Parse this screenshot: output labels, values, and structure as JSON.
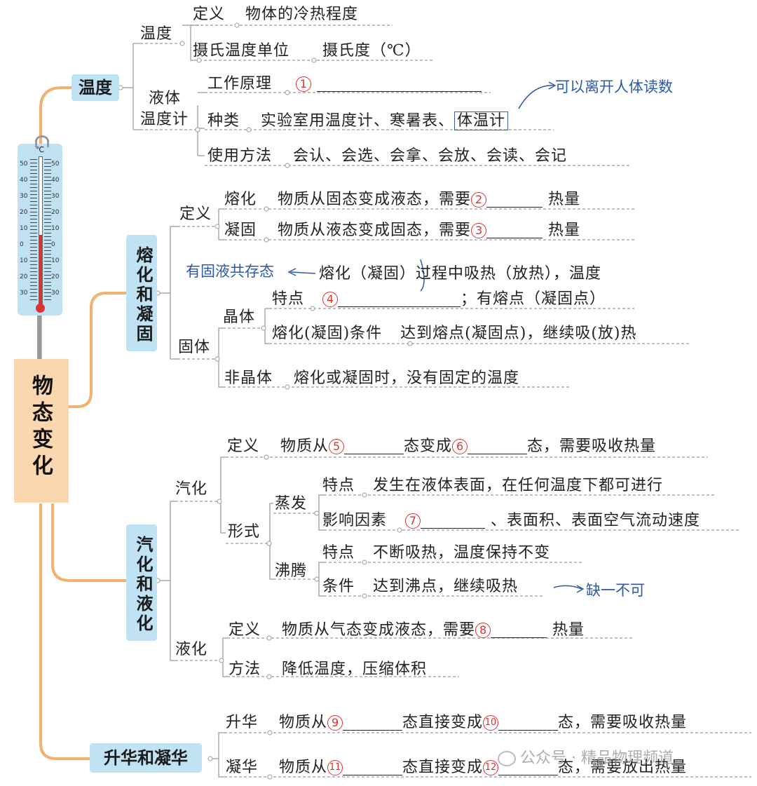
{
  "root": {
    "label": "物态变化"
  },
  "sections": {
    "temp": {
      "label": "温度",
      "wendu": {
        "label": "温度",
        "def_key": "定义",
        "def_val": "物体的冷热程度",
        "unit_key": "摄氏温度单位",
        "unit_val": "摄氏度（℃）"
      },
      "thermometer": {
        "label_line1": "液体",
        "label_line2": "温度计",
        "principle_key": "工作原理",
        "principle_num": "1",
        "types_key": "种类",
        "types_val": "实验室用温度计、寒暑表、",
        "types_boxed": "体温计",
        "usage_key": "使用方法",
        "usage_val": "会认、会选、会拿、会放、会读、会记",
        "note": "可以离开人体读数"
      }
    },
    "melt": {
      "label": "熔化和凝固",
      "def": {
        "label": "定义",
        "melt_key": "熔化",
        "melt_val": "物质从固态变成液态，需要",
        "melt_num": "2",
        "melt_tail": "热量",
        "solid_key": "凝固",
        "solid_val": "物质从液态变成固态，需要",
        "solid_num": "3",
        "solid_tail": "热量"
      },
      "solid": {
        "label": "固体",
        "crystal_label": "晶体",
        "process": "熔化（凝固）过程中吸热（放热），温度",
        "process_note": "有固液共存态",
        "feature_key": "特点",
        "feature_num": "4",
        "feature_tail": "；有熔点（凝固点）",
        "cond_key": "熔化(凝固)条件",
        "cond_val": "达到熔点(凝固点)，继续吸(放)热",
        "amorph_key": "非晶体",
        "amorph_val": "熔化或凝固时，没有固定的温度"
      }
    },
    "vapor": {
      "label": "汽化和液化",
      "vaporize": {
        "label": "汽化",
        "def_key": "定义",
        "def_a": "物质从",
        "def_num1": "5",
        "def_b": "态变成",
        "def_num2": "6",
        "def_c": "态，需要吸收热量",
        "form_key": "形式",
        "evap_label": "蒸发",
        "evap_feature_key": "特点",
        "evap_feature_val": "发生在液体表面，在任何温度下都可进行",
        "evap_factor_key": "影响因素",
        "evap_factor_num": "7",
        "evap_factor_tail": "、表面积、表面空气流动速度",
        "boil_label": "沸腾",
        "boil_feature_key": "特点",
        "boil_feature_val": "不断吸热，温度保持不变",
        "boil_cond_key": "条件",
        "boil_cond_val": "达到沸点，继续吸热",
        "boil_note": "缺一不可"
      },
      "liquefy": {
        "label": "液化",
        "def_key": "定义",
        "def_val": "物质从气态变成液态，需要",
        "def_num": "8",
        "def_tail": "热量",
        "method_key": "方法",
        "method_val": "降低温度，压缩体积"
      }
    },
    "sublim": {
      "label": "升华和凝华",
      "sub_key": "升华",
      "sub_a": "物质从",
      "sub_num1": "9",
      "sub_b": "态直接变成",
      "sub_num2": "10",
      "sub_c": "态，需要吸收热量",
      "dep_key": "凝华",
      "dep_a": "物质从",
      "dep_num1": "11",
      "dep_b": "态直接变成",
      "dep_num2": "12",
      "dep_c": "态，需要放出热量"
    }
  },
  "thermometer_image": {
    "unit": "℃",
    "ticks": [
      "50",
      "40",
      "30",
      "20",
      "10",
      "0",
      "10",
      "20",
      "30"
    ]
  },
  "watermark": "公众号 · 精品物理频道",
  "colors": {
    "orange_line": "#f2b072",
    "blue_node": "#bfe3f3",
    "red_num": "#e03030",
    "note_blue": "#2c5aa8"
  }
}
